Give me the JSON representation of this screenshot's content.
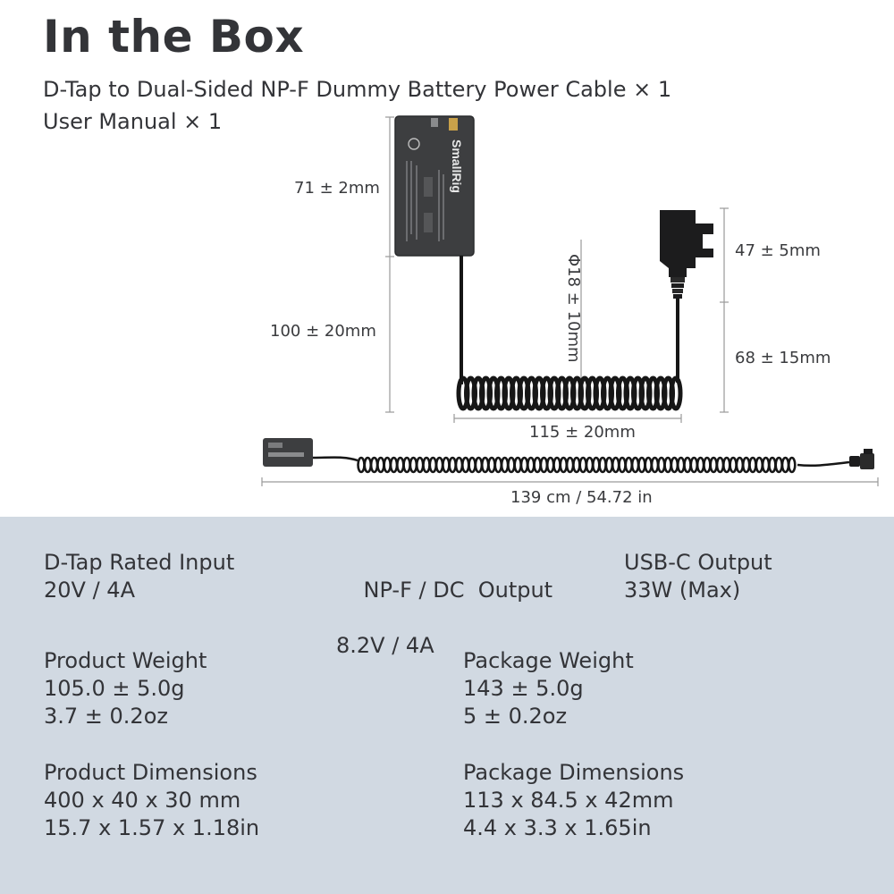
{
  "header": {
    "title": "In the Box",
    "items": [
      "D-Tap to Dual-Sided NP-F Dummy Battery Power Cable × 1",
      "User Manual × 1"
    ]
  },
  "product": {
    "brand": "SmallRig"
  },
  "dimensions": {
    "battery_height": "71 ± 2mm",
    "cable_to_coil": "100 ± 20mm",
    "coil_diameter": "Φ18 ± 10mm",
    "dtap_plug": "47 ± 5mm",
    "dtap_cable": "68 ± 15mm",
    "coil_length": "115 ± 20mm",
    "total_length": "139 cm / 54.72 in"
  },
  "specs": {
    "dtap_input": {
      "label": "D-Tap Rated Input",
      "values": [
        "20V / 4A"
      ]
    },
    "npf_output": {
      "label": "NP-F / DC  Output",
      "values": [
        "8.2V / 4A"
      ]
    },
    "usbc_output": {
      "label": "USB-C Output",
      "values": [
        "33W (Max)"
      ]
    },
    "product_weight": {
      "label": "Product Weight",
      "values": [
        "105.0 ± 5.0g",
        "3.7 ± 0.2oz"
      ]
    },
    "package_weight": {
      "label": "Package Weight",
      "values": [
        "143 ± 5.0g",
        "5 ± 0.2oz"
      ]
    },
    "product_dimensions": {
      "label": "Product Dimensions",
      "values": [
        "400 x 40 x 30 mm",
        "15.7 x 1.57 x 1.18in"
      ]
    },
    "package_dimensions": {
      "label": "Package Dimensions",
      "values": [
        "113 x 84.5 x 42mm",
        "4.4 x 3.3 x 1.65in"
      ]
    }
  },
  "colors": {
    "text": "#333438",
    "specs_background": "#d1d9e2",
    "battery_body": "#3d3e40",
    "cable": "#161616",
    "connector_gold": "#c9a14a"
  }
}
